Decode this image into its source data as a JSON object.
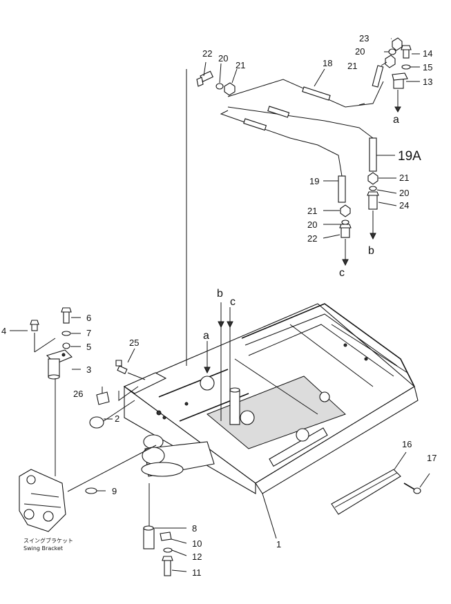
{
  "callouts": {
    "c1": "1",
    "c2": "2",
    "c3": "3",
    "c4": "4",
    "c5": "5",
    "c6": "6",
    "c7": "7",
    "c8": "8",
    "c9": "9",
    "c10": "10",
    "c11": "11",
    "c12": "12",
    "c13": "13",
    "c14": "14",
    "c15": "15",
    "c16": "16",
    "c17": "17",
    "c18": "18",
    "c19": "19",
    "c19a": "19A",
    "c20a": "20",
    "c20b": "20",
    "c20c": "20",
    "c20d": "20",
    "c21a": "21",
    "c21b": "21",
    "c21c": "21",
    "c21d": "21",
    "c22a": "22",
    "c22b": "22",
    "c23": "23",
    "c24": "24",
    "c25": "25",
    "c26": "26"
  },
  "flow_letters": {
    "a_top": "a",
    "b_top": "b",
    "c_top": "c",
    "a_frame": "a",
    "b_frame": "b",
    "c_frame": "c"
  },
  "caption": {
    "japanese": "スイングブラケット",
    "english": "Swing  Bracket"
  }
}
